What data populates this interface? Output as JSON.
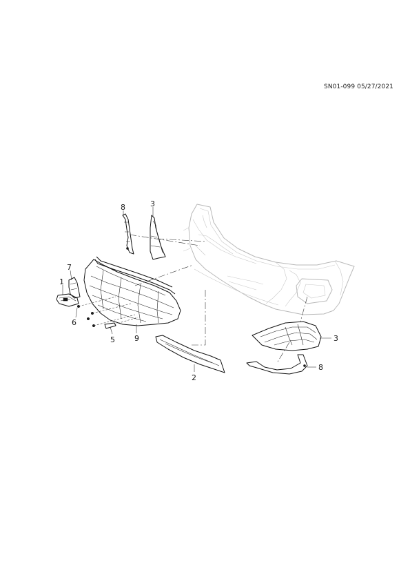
{
  "header": {
    "reference": "SN01-099 05/27/2021"
  },
  "callouts": {
    "c1": "1",
    "c2": "2",
    "c3_top": "3",
    "c3_right": "3",
    "c5": "5",
    "c6": "6",
    "c7": "7",
    "c8_top": "8",
    "c8_right": "8",
    "c9": "9"
  }
}
